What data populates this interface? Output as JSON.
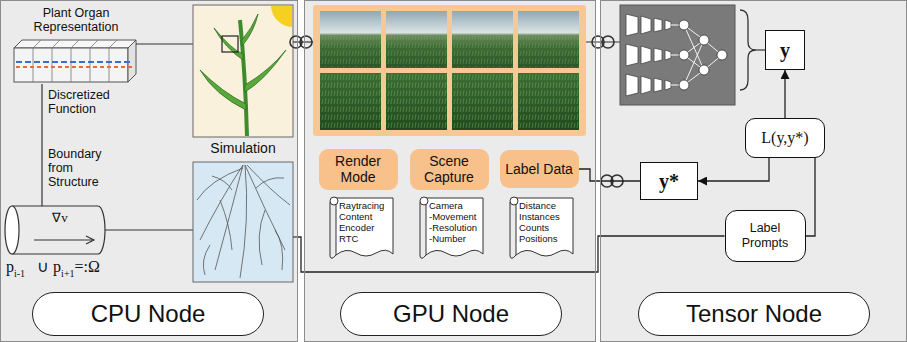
{
  "diagram": {
    "nodes": [
      {
        "text": [
          "CPU Node"
        ]
      },
      {
        "text": [
          "GPU Node"
        ]
      },
      {
        "text": [
          "Tensor Node"
        ]
      },
      {
        "text": [
          "Render Mode"
        ],
        "in": 1
      },
      {
        "text": [
          "Scene Capture"
        ],
        "in": 1
      },
      {
        "text": [
          "Label Data"
        ],
        "in": 1
      },
      {
        "text": [
          "Raytracing Content Encoder RTC"
        ],
        "in": 1
      },
      {
        "text": [
          "Camera -Movement -Resolution -Number"
        ],
        "in": 1
      },
      {
        "text": [
          "Distance Instances Counts Positions"
        ],
        "in": 1
      },
      {
        "text": [
          "y"
        ],
        "in": 2
      },
      {
        "text": [
          "y*"
        ],
        "in": 2
      },
      {
        "text": [
          "L(y,y*)"
        ],
        "in": 2
      },
      {
        "text": [
          "Label Prompts"
        ],
        "in": 2
      }
    ],
    "edges": [
      {
        "from": 0,
        "to": 12,
        "arrow": "none"
      },
      {
        "from": 5,
        "to": 10,
        "arrow": "none"
      },
      {
        "from": 11,
        "to": 9,
        "arrow": "to"
      },
      {
        "from": 11,
        "to": 10,
        "arrow": "to"
      },
      {
        "from": 12,
        "to": 11,
        "arrow": "none"
      }
    ],
    "labels": [
      "Plant Organ Representation",
      "Discretized Function",
      "Boundary from Structure",
      "Simulation",
      "∇v",
      "p",
      "i-1",
      "∪ p",
      "i+1",
      "=:Ω"
    ]
  }
}
